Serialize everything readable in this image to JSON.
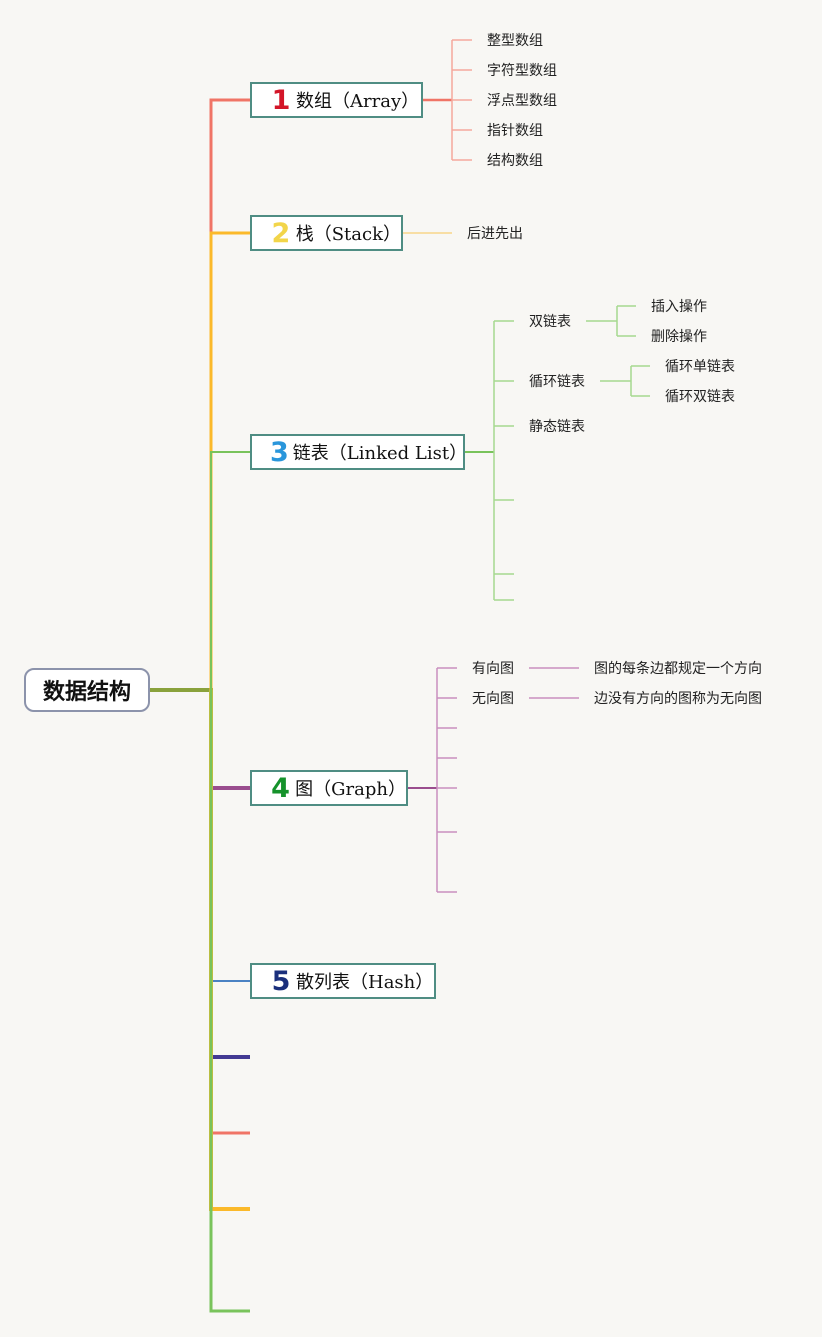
{
  "root": {
    "label": "数据结构"
  },
  "colors": {
    "array": "#f07466",
    "stack": "#fbb92a",
    "linked_list": "#79c35b",
    "graph": "#9a4d8e",
    "hash": "#4b82c3",
    "extra_purple": "#433a93",
    "box_border": "#4f8d83",
    "root_border": "#8c93ab",
    "num_array": "#d31528",
    "num_stack": "#f2d54a",
    "num_linked_list": "#2a96db",
    "num_graph": "#15922b",
    "num_hash": "#1a2f7c"
  },
  "topics": {
    "array": {
      "num": "1",
      "label": "数组（Array）",
      "children": [
        "整型数组",
        "字符型数组",
        "浮点型数组",
        "指针数组",
        "结构数组"
      ]
    },
    "stack": {
      "num": "2",
      "label": "栈（Stack）",
      "children": [
        "后进先出"
      ]
    },
    "linked_list": {
      "num": "3",
      "label": "链表（Linked List）",
      "children": {
        "double": {
          "label": "双链表",
          "children": [
            "插入操作",
            "删除操作"
          ]
        },
        "circular": {
          "label": "循环链表",
          "children": [
            "循环单链表",
            "循环双链表"
          ]
        },
        "static": {
          "label": "静态链表"
        }
      }
    },
    "graph": {
      "num": "4",
      "label": "图（Graph）",
      "children": {
        "directed": {
          "label": "有向图",
          "note": "图的每条边都规定一个方向"
        },
        "undirected": {
          "label": "无向图",
          "note": "边没有方向的图称为无向图"
        }
      }
    },
    "hash": {
      "num": "5",
      "label": "散列表（Hash）"
    }
  }
}
